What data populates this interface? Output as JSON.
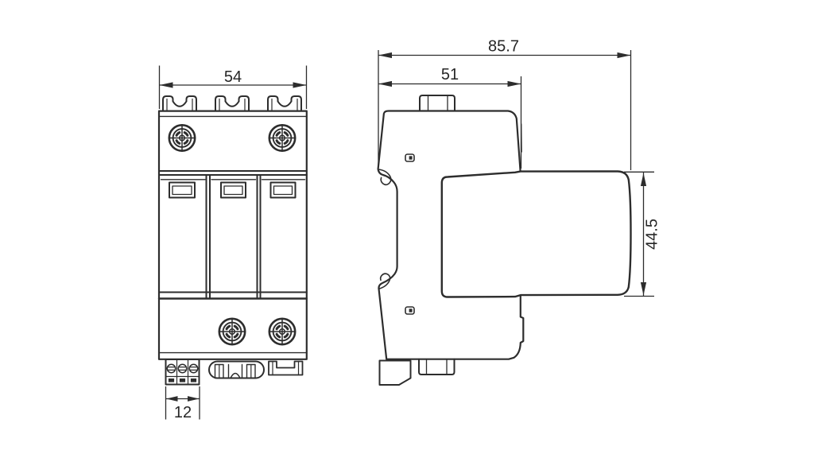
{
  "diagram": {
    "background_color": "#ffffff",
    "line_color": "#2d2d2d",
    "views": {
      "front": {
        "dimensions": {
          "overall_width": "54",
          "aux_terminal_width": "12"
        }
      },
      "side": {
        "dimensions": {
          "overall_depth": "85.7",
          "base_depth": "51",
          "plug_module_height": "44.5"
        }
      }
    }
  }
}
